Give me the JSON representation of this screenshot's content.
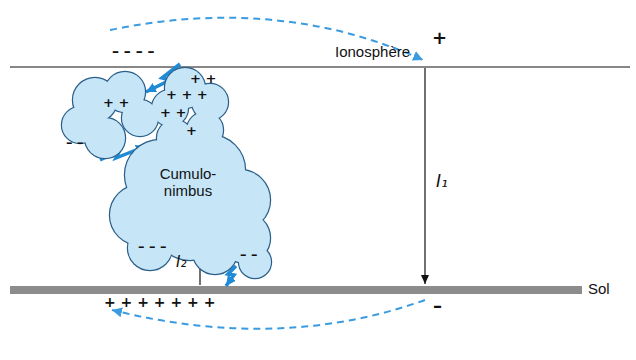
{
  "diagram": {
    "nodes": [
      {
        "text": [
          "Cumulo- nimbus"
        ]
      }
    ],
    "labels": [
      "Ionosphère",
      "– – – –",
      "+",
      "I₁",
      "Sol",
      "–",
      "+ + + + + + +",
      "I₂",
      "+ +",
      "+ +",
      "+ + +",
      "+ +",
      "+",
      "– –",
      "– – –",
      "– –"
    ]
  }
}
